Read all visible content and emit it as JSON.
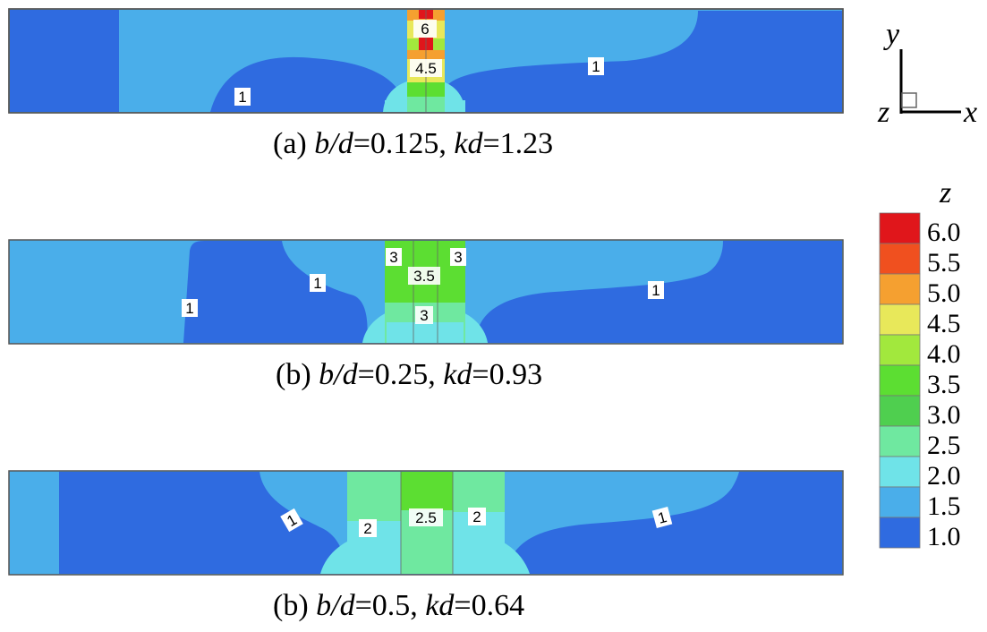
{
  "panels": [
    {
      "caption_prefix": "(a)",
      "ratio_label": "b/d",
      "ratio_value": "=0.125,",
      "kd_label": "kd",
      "kd_value": "=1.23",
      "contour_labels": [
        "6",
        "4.5",
        "1",
        "1"
      ]
    },
    {
      "caption_prefix": "(b)",
      "ratio_label": "b/d",
      "ratio_value": "=0.25,",
      "kd_label": "kd",
      "kd_value": "=0.93",
      "contour_labels": [
        "3",
        "3.5",
        "3",
        "3",
        "1",
        "1",
        "1"
      ]
    },
    {
      "caption_prefix": "(b)",
      "ratio_label": "b/d",
      "ratio_value": "=0.5,",
      "kd_label": "kd",
      "kd_value": "=0.64",
      "contour_labels": [
        "2",
        "2.5",
        "2",
        "1",
        "1"
      ]
    }
  ],
  "axes": {
    "y": "y",
    "z": "z",
    "x": "x"
  },
  "colorbar": {
    "title": "z",
    "ticks": [
      "6.0",
      "5.5",
      "5.0",
      "4.5",
      "4.0",
      "3.5",
      "3.0",
      "2.5",
      "2.0",
      "1.5",
      "1.0"
    ],
    "colors": [
      "#e0161b",
      "#f0501f",
      "#f5a030",
      "#e8e85a",
      "#a2e83d",
      "#5cde32",
      "#4fcf4f",
      "#6fe8a0",
      "#6fe3e8",
      "#4aaeea",
      "#2f6be0"
    ]
  },
  "palette": {
    "z1": "#2f6be0",
    "z15": "#4aaeea",
    "z2": "#6fe3e8",
    "z25": "#6fe8a0",
    "z3": "#4fcf4f",
    "z35": "#5cde32",
    "z4": "#a2e83d",
    "z45": "#e8e85a",
    "z5": "#f5a030",
    "z55": "#f0501f",
    "z6": "#e0161b"
  }
}
